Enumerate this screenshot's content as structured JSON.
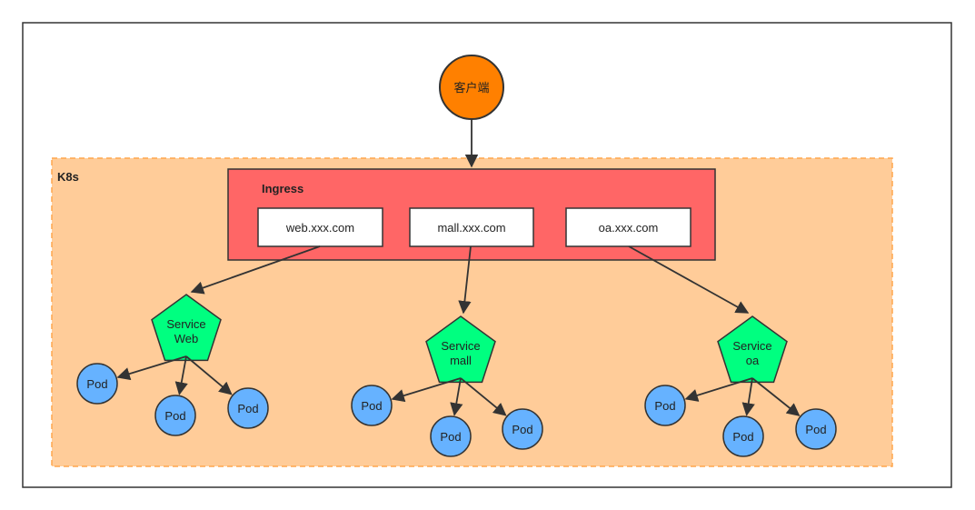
{
  "client": {
    "label": "客户端"
  },
  "cluster": {
    "label": "K8s"
  },
  "ingress": {
    "label": "Ingress",
    "hosts": [
      "web.xxx.com",
      "mall.xxx.com",
      "oa.xxx.com"
    ]
  },
  "services": [
    {
      "line1": "Service",
      "line2": "Web"
    },
    {
      "line1": "Service",
      "line2": "mall"
    },
    {
      "line1": "Service",
      "line2": "oa"
    }
  ],
  "pod_label": "Pod",
  "colors": {
    "client_fill": "#ff8000",
    "cluster_fill": "#ffcc99",
    "cluster_border": "#ffa64d",
    "ingress_fill": "#ff6666",
    "service_fill": "#00ff80",
    "pod_fill": "#66b2ff",
    "stroke": "#333333"
  }
}
